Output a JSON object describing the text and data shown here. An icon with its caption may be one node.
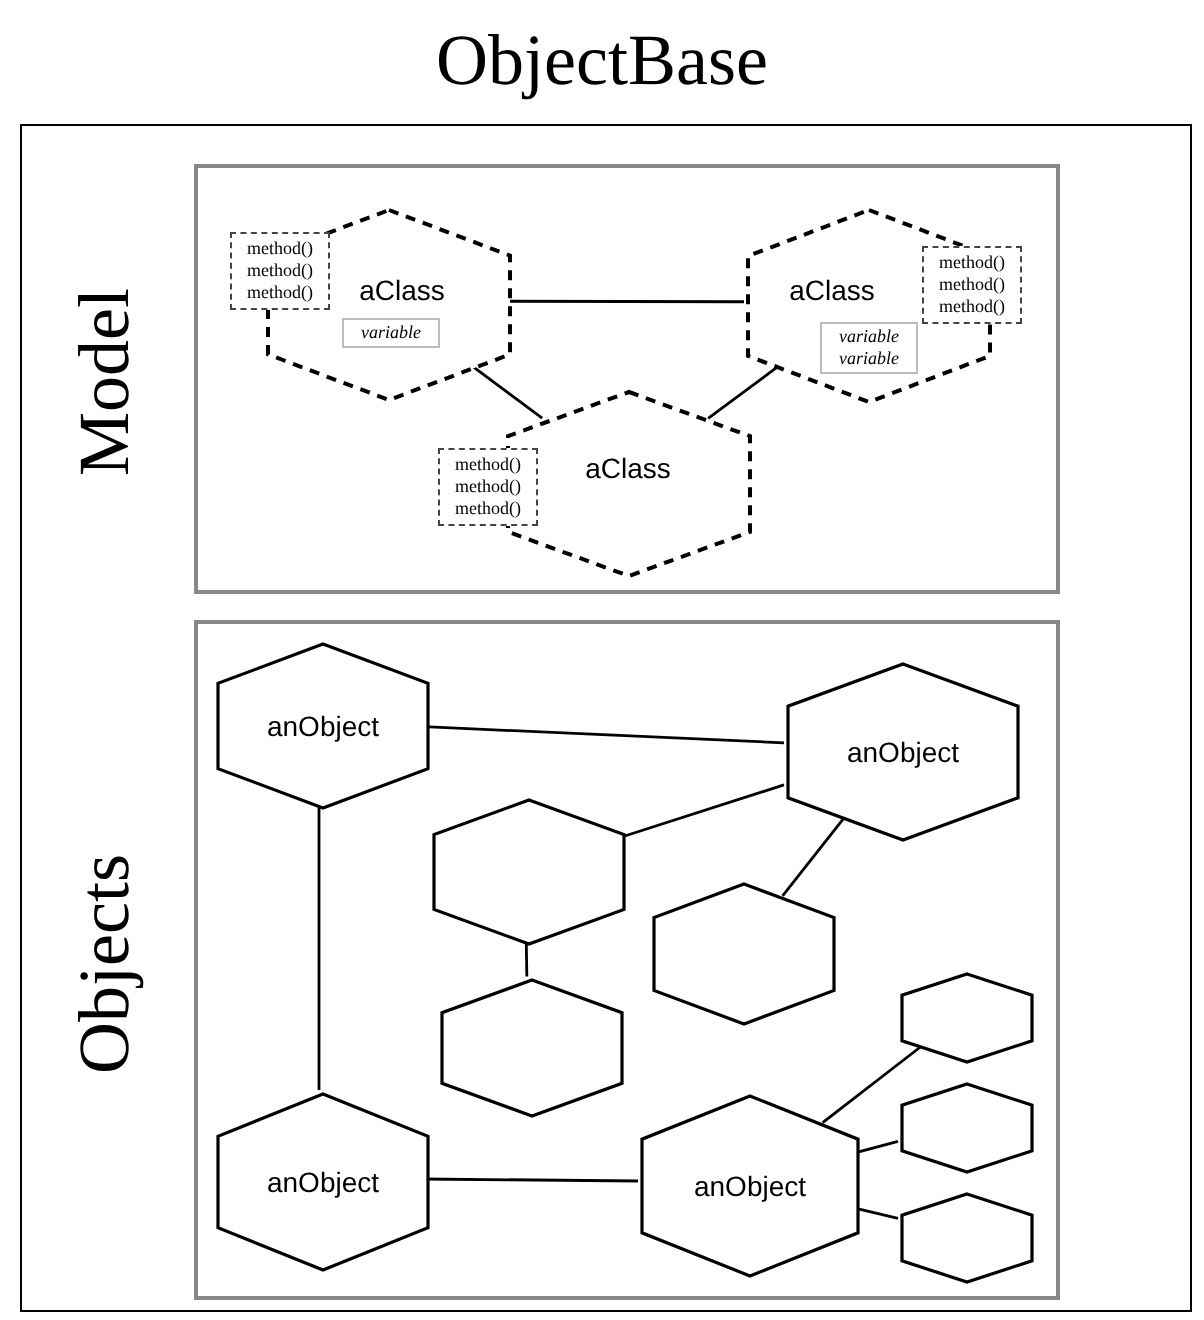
{
  "diagram": {
    "title": "ObjectBase",
    "nodes": [
      {
        "text": [
          "Model"
        ]
      },
      {
        "text": [
          "Objects"
        ]
      },
      {
        "text": [
          "aClass"
        ],
        "in": 0
      },
      {
        "text": [
          "variable"
        ],
        "in": 2
      },
      {
        "text": [
          "method() method() method()"
        ],
        "in": 0
      },
      {
        "text": [
          "aClass"
        ],
        "in": 0
      },
      {
        "text": [
          "variable variable"
        ],
        "in": 5
      },
      {
        "text": [
          "method() method() method()"
        ],
        "in": 0
      },
      {
        "text": [
          "aClass"
        ],
        "in": 0
      },
      {
        "text": [
          "method() method() method()"
        ],
        "in": 0
      },
      {
        "text": [
          "anObject"
        ],
        "in": 1
      },
      {
        "text": [],
        "shape": "hexagon",
        "in": 1
      },
      {
        "text": [
          "anObject"
        ],
        "in": 1
      },
      {
        "text": [
          "anObject"
        ],
        "in": 1
      },
      {
        "text": [],
        "shape": "hexagon",
        "in": 1
      },
      {
        "text": [],
        "shape": "hexagon",
        "in": 1
      },
      {
        "text": [
          "anObject"
        ],
        "in": 1
      },
      {
        "text": [],
        "shape": "hexagon",
        "in": 1
      },
      {
        "text": [],
        "shape": "hexagon",
        "in": 1
      },
      {
        "text": [],
        "shape": "hexagon",
        "in": 1
      }
    ],
    "edges": [
      {
        "from": 2,
        "to": 5,
        "arrow": "none"
      },
      {
        "from": 2,
        "to": 8,
        "arrow": "none"
      },
      {
        "from": 5,
        "to": 8,
        "arrow": "none"
      },
      {
        "from": 10,
        "to": 12,
        "arrow": "none"
      },
      {
        "from": 11,
        "to": 12,
        "arrow": "none"
      },
      {
        "from": 10,
        "to": 13,
        "arrow": "none"
      },
      {
        "from": 11,
        "to": 14,
        "arrow": "none"
      },
      {
        "from": 12,
        "to": 15,
        "arrow": "none"
      },
      {
        "from": 13,
        "to": 16,
        "arrow": "none"
      },
      {
        "from": 16,
        "to": 17,
        "arrow": "none"
      },
      {
        "from": 16,
        "to": 18,
        "arrow": "none"
      },
      {
        "from": 16,
        "to": 19,
        "arrow": "none"
      }
    ]
  }
}
